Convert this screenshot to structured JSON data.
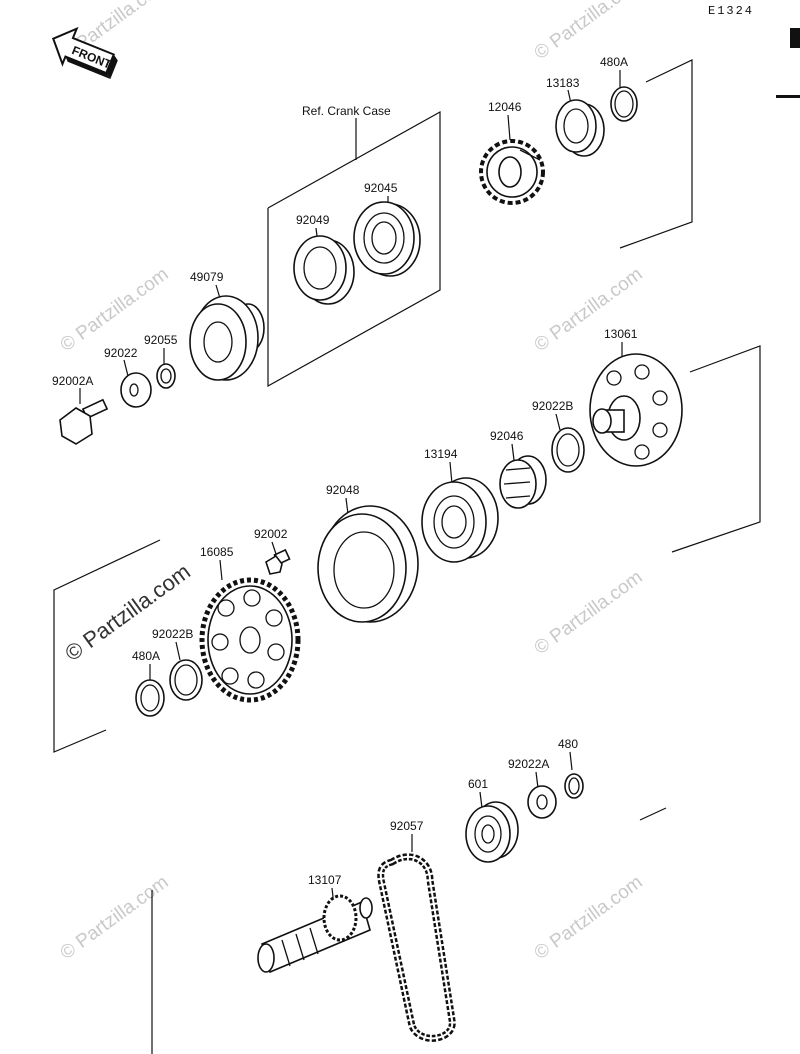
{
  "diagram": {
    "code": "E1324",
    "front_label": "FRONT",
    "ref_label": "Ref. Crank Case",
    "watermark": "© Partzilla.com",
    "parts": [
      {
        "id": "p480A_top",
        "label": "480A"
      },
      {
        "id": "p13183",
        "label": "13183"
      },
      {
        "id": "p12046",
        "label": "12046"
      },
      {
        "id": "p92045",
        "label": "92045"
      },
      {
        "id": "p92049",
        "label": "92049"
      },
      {
        "id": "p49079",
        "label": "49079"
      },
      {
        "id": "p92055",
        "label": "92055"
      },
      {
        "id": "p92022",
        "label": "92022"
      },
      {
        "id": "p92002A",
        "label": "92002A"
      },
      {
        "id": "p13061",
        "label": "13061"
      },
      {
        "id": "p92022B_top",
        "label": "92022B"
      },
      {
        "id": "p92046",
        "label": "92046"
      },
      {
        "id": "p13194",
        "label": "13194"
      },
      {
        "id": "p92048",
        "label": "92048"
      },
      {
        "id": "p92002",
        "label": "92002"
      },
      {
        "id": "p16085",
        "label": "16085"
      },
      {
        "id": "p92022B_bot",
        "label": "92022B"
      },
      {
        "id": "p480A_bot",
        "label": "480A"
      },
      {
        "id": "p480",
        "label": "480"
      },
      {
        "id": "p92022A",
        "label": "92022A"
      },
      {
        "id": "p601",
        "label": "601"
      },
      {
        "id": "p92057",
        "label": "92057"
      },
      {
        "id": "p13107",
        "label": "13107"
      }
    ]
  }
}
